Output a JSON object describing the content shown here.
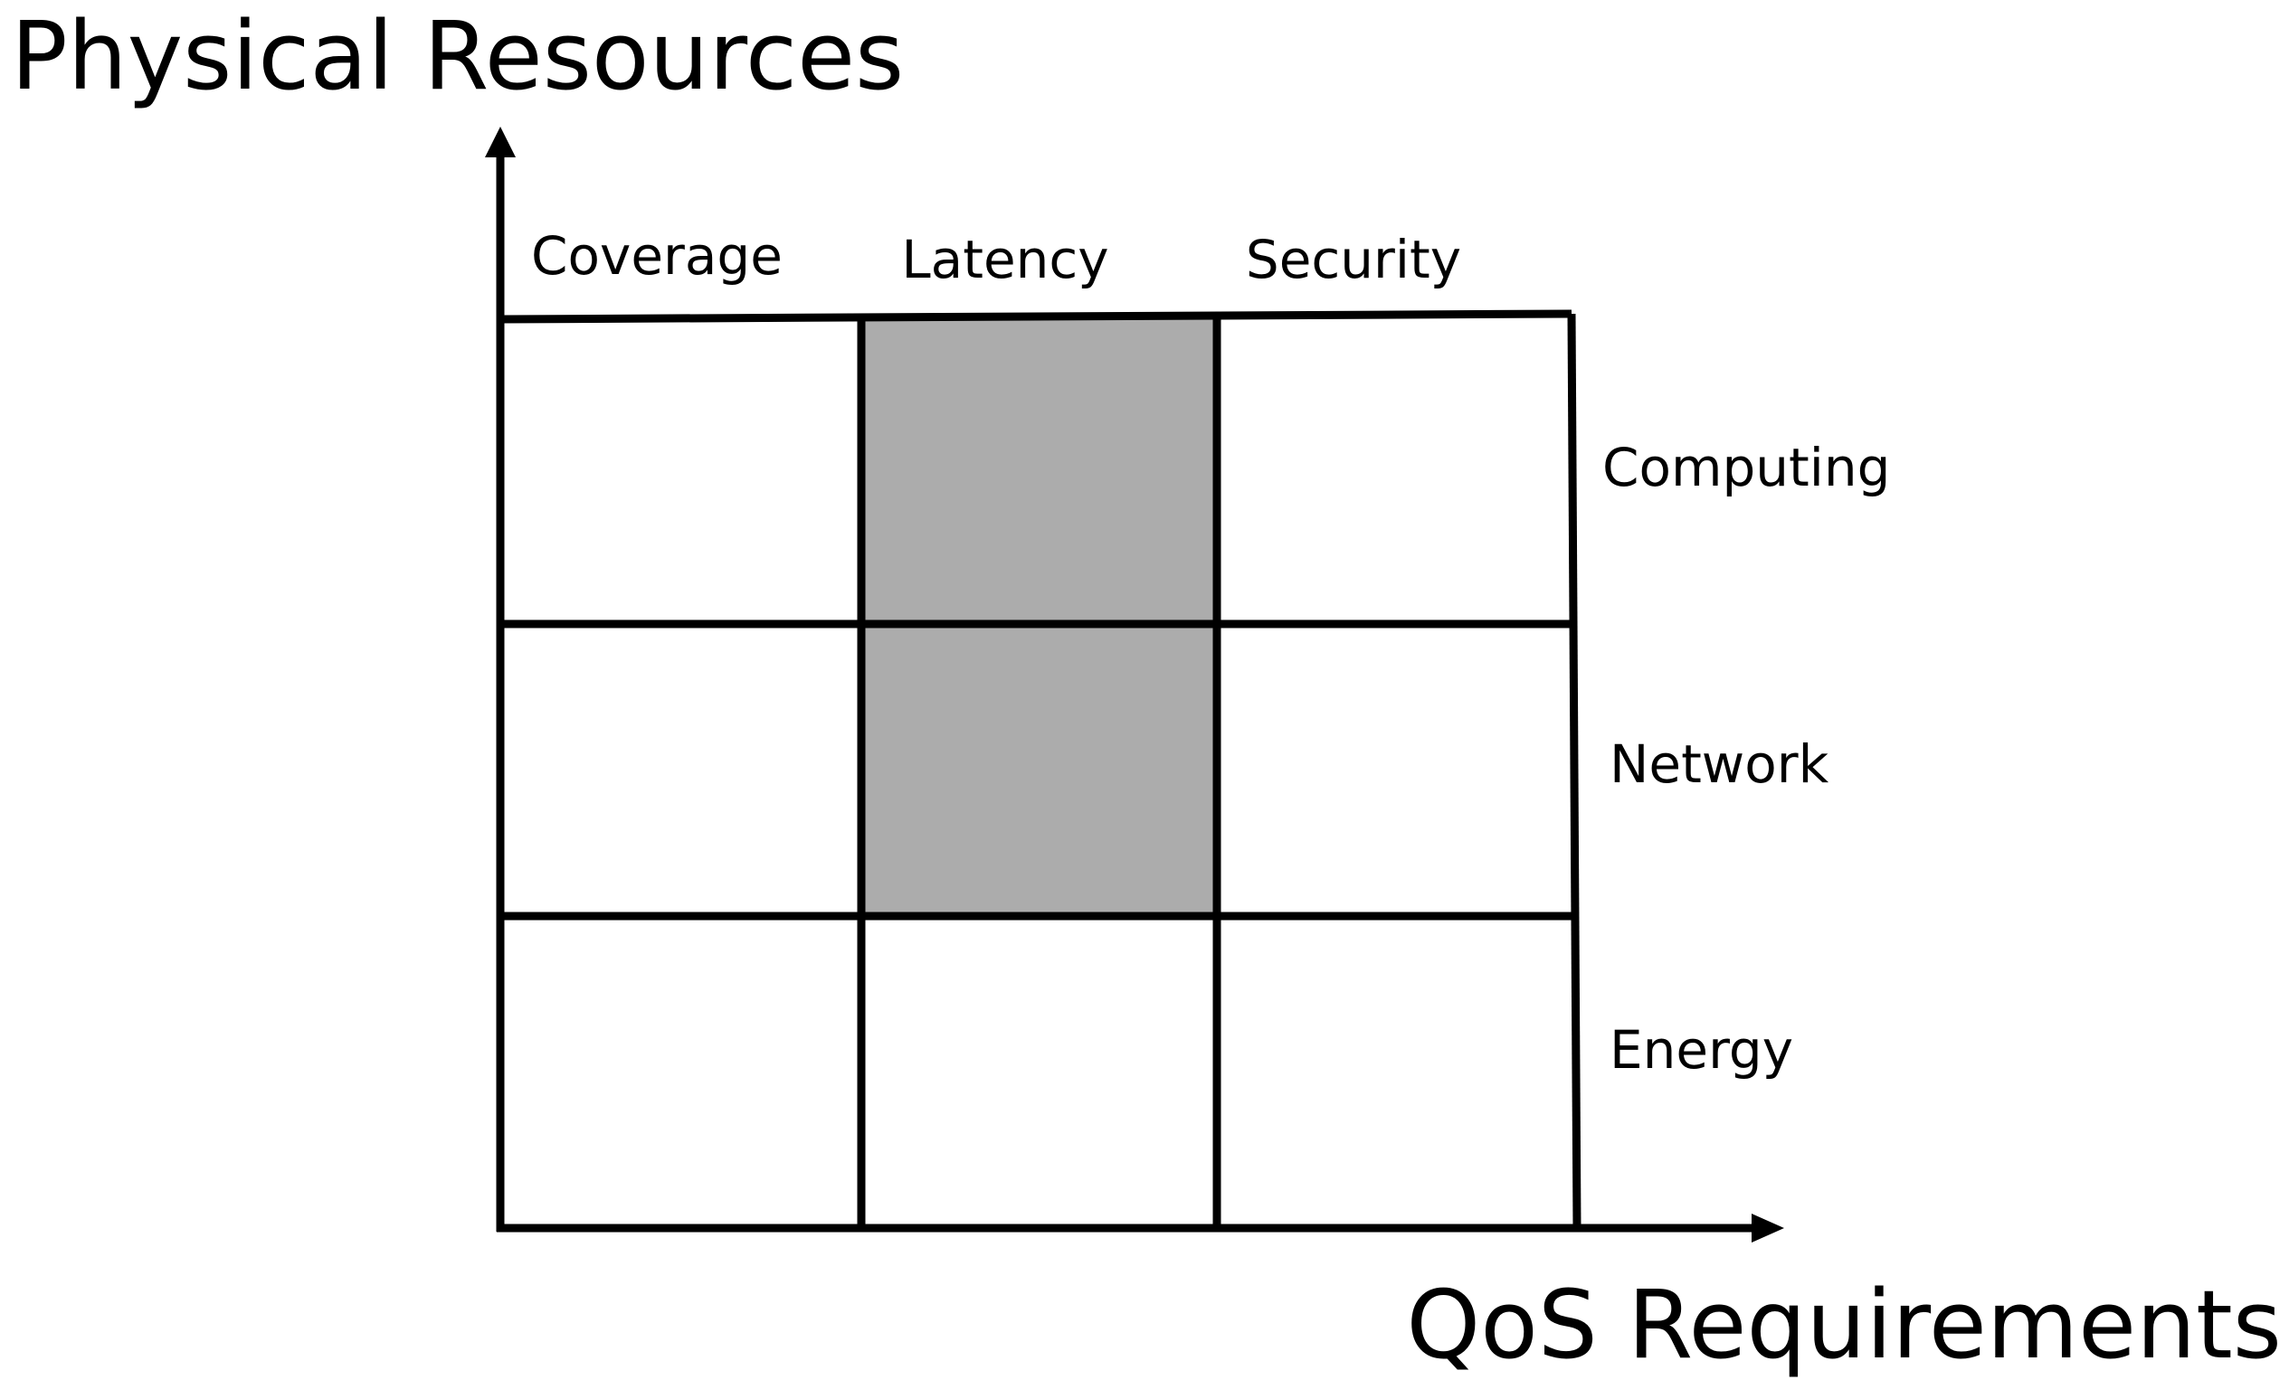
{
  "axes": {
    "y_title": "Physical Resources",
    "x_title": "QoS Requirements"
  },
  "columns": [
    "Coverage",
    "Latency",
    "Security"
  ],
  "rows": [
    "Computing",
    "Network",
    "Energy"
  ],
  "highlighted_cells": [
    {
      "row": "Computing",
      "column": "Latency"
    },
    {
      "row": "Network",
      "column": "Latency"
    }
  ],
  "colors": {
    "highlight": "#acacac",
    "line": "#000000",
    "background": "#ffffff"
  }
}
